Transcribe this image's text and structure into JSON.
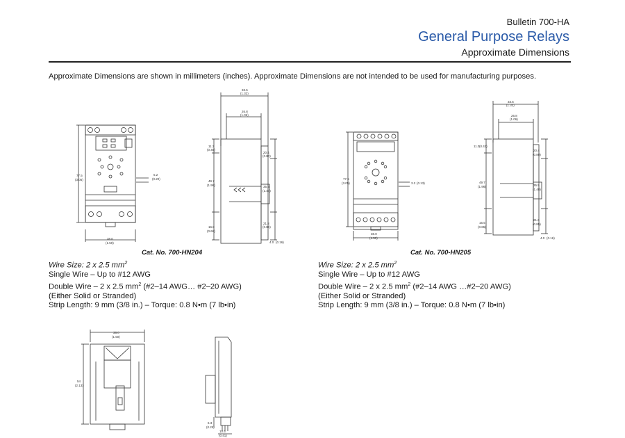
{
  "header": {
    "bulletin": "Bulletin 700-HA",
    "title": "General Purpose Relays",
    "subtitle": "Approximate Dimensions"
  },
  "intro": "Approximate Dimensions are shown in millimeters (inches). Approximate Dimensions are not intended to be used for manufacturing purposes.",
  "products": [
    {
      "cat_no": "Cat. No. 700-HN204",
      "wire_size": "Wire Size: 2 x 2.5 mm",
      "wire_size_sup": "2",
      "single_wire": "Single Wire – Up to #12 AWG",
      "double_wire_a": "Double Wire – 2 x 2.5 mm",
      "double_wire_sup": "2",
      "double_wire_b": " (#2–14 AWG… #2–20 AWG)",
      "either": "(Either Solid or Stranded)",
      "strip": "Strip Length: 9 mm (3/8 in.) – Torque: 0.8 N•m (7 lb•in)"
    },
    {
      "cat_no": "Cat. No. 700-HN205",
      "wire_size": "Wire Size: 2 x 2.5 mm",
      "wire_size_sup": "2",
      "single_wire": "Single Wire – Up to #12 AWG",
      "double_wire_a": "Double Wire – 2 x 2.5 mm",
      "double_wire_sup": "2",
      "double_wire_b": " (#2–14 AWG …#2–20 AWG)",
      "either": "(Either Solid or Stranded)",
      "strip": "Strip Length: 9 mm (3/8 in.) – Torque: 0.8 N•m (7 lb•in)"
    }
  ],
  "dims": {
    "d1": "33.5",
    "d1i": "(1.32)",
    "d2": "26.8",
    "d2i": "(1.06)",
    "d3": "77.5",
    "d3i": "(3.05)",
    "d4": "38.0",
    "d4i": "(1.50)",
    "d5": "5.2",
    "d5i": "(0.20)",
    "d6": "11.3",
    "d6i": "(0.45)",
    "d7": "49.7",
    "d7i": "(1.96)",
    "d8": "16.8",
    "d8i": "(0.66)",
    "d9": "20.4",
    "d9i": "(0.80)",
    "d10": "35.5",
    "d10i": "(1.40)",
    "d11": "21.8",
    "d11i": "(0.86)",
    "d12": "4.0",
    "d12i": "(0.16)",
    "e1": "33.5",
    "e1i": "(1.32)",
    "e2": "26.8",
    "e2i": "(1.06)",
    "e3": "77.5",
    "e3i": "(3.05)",
    "e4": "38.0",
    "e4i": "(1.50)",
    "e5": "3.2",
    "e5i": "(0.13)",
    "e6": "11.0",
    "e6i": "(0.43)",
    "e7": "49.7",
    "e7i": "(1.96)",
    "e8": "16.5",
    "e8i": "(0.65)",
    "e9": "20.4",
    "e9i": "(0.80)",
    "e10": "35.5",
    "e10i": "(1.40)",
    "e11": "21.6",
    "e11i": "(0.85)",
    "e12": "4.0",
    "e12i": "(0.16)",
    "f1": "38.0",
    "f1i": "(1.50)",
    "f2": "54",
    "f2i": "(2.13)",
    "f3": "6.3",
    "f3i": "(0.25)",
    "f4": "10.5",
    "f4i": "(0.41)"
  }
}
